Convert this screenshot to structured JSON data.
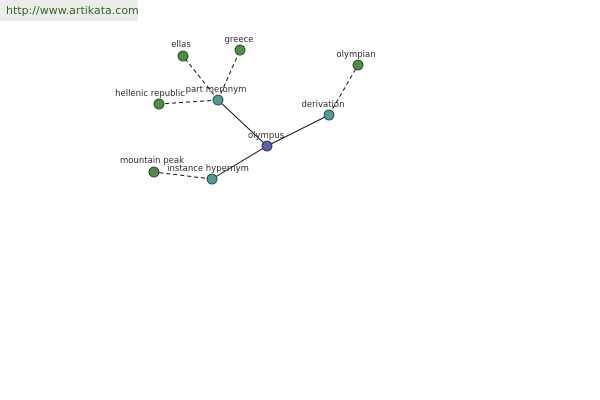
{
  "banner": {
    "url": "http://www.artikata.com"
  },
  "graph": {
    "center": {
      "label": "olympus",
      "color": "#5566aa"
    },
    "relations": [
      {
        "id": "part_meronym",
        "label": "part meronym",
        "color": "#4f9a94"
      },
      {
        "id": "derivation",
        "label": "derivation",
        "color": "#4f9a94"
      },
      {
        "id": "instance_hypernym",
        "label": "instance hypernym",
        "color": "#4f9a94"
      }
    ],
    "terms": [
      {
        "id": "ellas",
        "label": "ellas",
        "relation": "part_meronym",
        "color": "#4e8f45"
      },
      {
        "id": "greece",
        "label": "greece",
        "relation": "part_meronym",
        "color": "#4e8f45"
      },
      {
        "id": "hellenic_republic",
        "label": "hellenic republic",
        "relation": "part_meronym",
        "color": "#4e8f45"
      },
      {
        "id": "olympian",
        "label": "olympian",
        "relation": "derivation",
        "color": "#4e8f45"
      },
      {
        "id": "mountain_peak",
        "label": "mountain peak",
        "relation": "instance_hypernym",
        "color": "#4e8f45"
      }
    ]
  }
}
